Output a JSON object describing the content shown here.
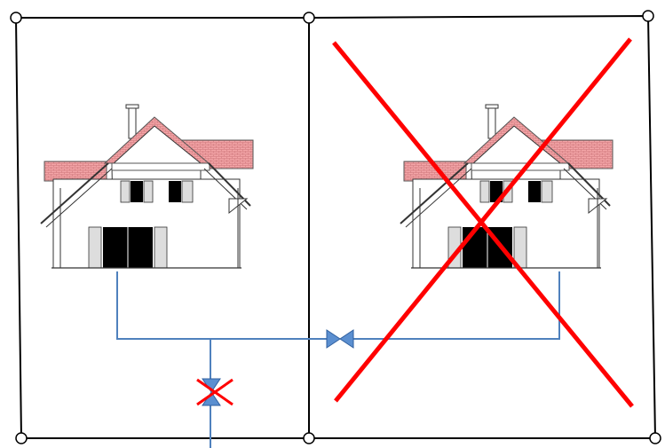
{
  "diagram": {
    "panels": [
      {
        "id": "left-plot",
        "crossed_out": false
      },
      {
        "id": "right-plot",
        "crossed_out": true
      }
    ],
    "houses": [
      {
        "id": "house-left",
        "crossed_out": false
      },
      {
        "id": "house-right",
        "crossed_out": true
      }
    ],
    "valves": [
      {
        "id": "horizontal-connection-valve",
        "orientation": "horizontal",
        "crossed_out": false
      },
      {
        "id": "vertical-main-valve",
        "orientation": "vertical",
        "crossed_out": true
      }
    ],
    "corner_nodes": 6,
    "colors": {
      "boundary": "#000000",
      "pipe": "#4f81bd",
      "valve_fill": "#5b8fd0",
      "cross_out": "#ff0000",
      "roof_tile": "#f4a6a8",
      "window": "#000000"
    }
  }
}
